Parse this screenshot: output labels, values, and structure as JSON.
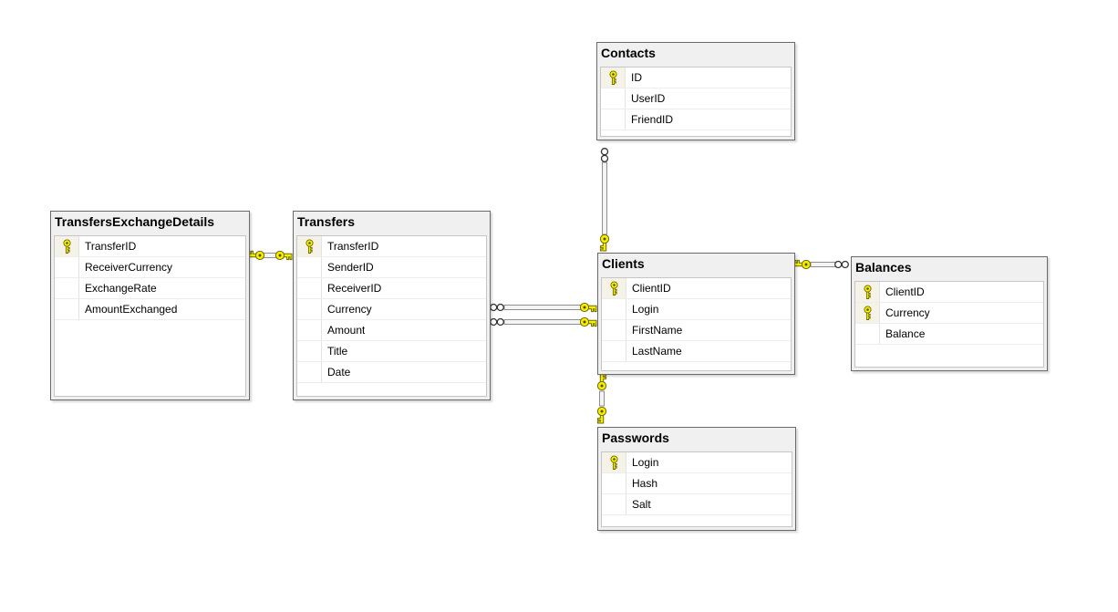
{
  "diagram": {
    "type": "database-er-diagram",
    "tables": [
      {
        "name": "Contacts",
        "columns": [
          {
            "name": "ID",
            "primary_key": true
          },
          {
            "name": "UserID",
            "primary_key": false
          },
          {
            "name": "FriendID",
            "primary_key": false
          }
        ]
      },
      {
        "name": "TransfersExchangeDetails",
        "columns": [
          {
            "name": "TransferID",
            "primary_key": true
          },
          {
            "name": "ReceiverCurrency",
            "primary_key": false
          },
          {
            "name": "ExchangeRate",
            "primary_key": false
          },
          {
            "name": "AmountExchanged",
            "primary_key": false
          }
        ]
      },
      {
        "name": "Transfers",
        "columns": [
          {
            "name": "TransferID",
            "primary_key": true
          },
          {
            "name": "SenderID",
            "primary_key": false
          },
          {
            "name": "ReceiverID",
            "primary_key": false
          },
          {
            "name": "Currency",
            "primary_key": false
          },
          {
            "name": "Amount",
            "primary_key": false
          },
          {
            "name": "Title",
            "primary_key": false
          },
          {
            "name": "Date",
            "primary_key": false
          }
        ]
      },
      {
        "name": "Clients",
        "columns": [
          {
            "name": "ClientID",
            "primary_key": true
          },
          {
            "name": "Login",
            "primary_key": false
          },
          {
            "name": "FirstName",
            "primary_key": false
          },
          {
            "name": "LastName",
            "primary_key": false
          }
        ]
      },
      {
        "name": "Balances",
        "columns": [
          {
            "name": "ClientID",
            "primary_key": true
          },
          {
            "name": "Currency",
            "primary_key": true
          },
          {
            "name": "Balance",
            "primary_key": false
          }
        ]
      },
      {
        "name": "Passwords",
        "columns": [
          {
            "name": "Login",
            "primary_key": true
          },
          {
            "name": "Hash",
            "primary_key": false
          },
          {
            "name": "Salt",
            "primary_key": false
          }
        ]
      }
    ],
    "relationships": [
      {
        "key_end": "Clients",
        "other_end": "Contacts",
        "key_symbol": "key",
        "other_symbol": "infinity",
        "cardinality": "one-to-many"
      },
      {
        "key_end": "TransfersExchangeDetails",
        "other_end": "Transfers",
        "key_symbol": "key",
        "other_symbol": "key",
        "cardinality": "one-to-one"
      },
      {
        "key_end": "Clients",
        "other_end": "Transfers",
        "key_symbol": "key",
        "other_symbol": "infinity",
        "cardinality": "one-to-many"
      },
      {
        "key_end": "Clients",
        "other_end": "Transfers",
        "key_symbol": "key",
        "other_symbol": "infinity",
        "cardinality": "one-to-many"
      },
      {
        "key_end": "Clients",
        "other_end": "Balances",
        "key_symbol": "key",
        "other_symbol": "infinity",
        "cardinality": "one-to-many"
      },
      {
        "key_end": "Clients",
        "other_end": "Passwords",
        "key_symbol": "key",
        "other_symbol": "key",
        "cardinality": "one-to-one"
      }
    ],
    "colors": {
      "canvas": "#ffffff",
      "node_border": "#6a6a6a",
      "node_background": "#f0f0f0",
      "grid_border": "#c6c6c6",
      "row_separator": "#ededed",
      "key_cell_background": "#f5f3e7",
      "key_yellow": "#f7ef02",
      "key_outline": "#6e6a00",
      "connector_fill": "#f4f4f4",
      "connector_stroke": "#8f8f8f"
    }
  }
}
